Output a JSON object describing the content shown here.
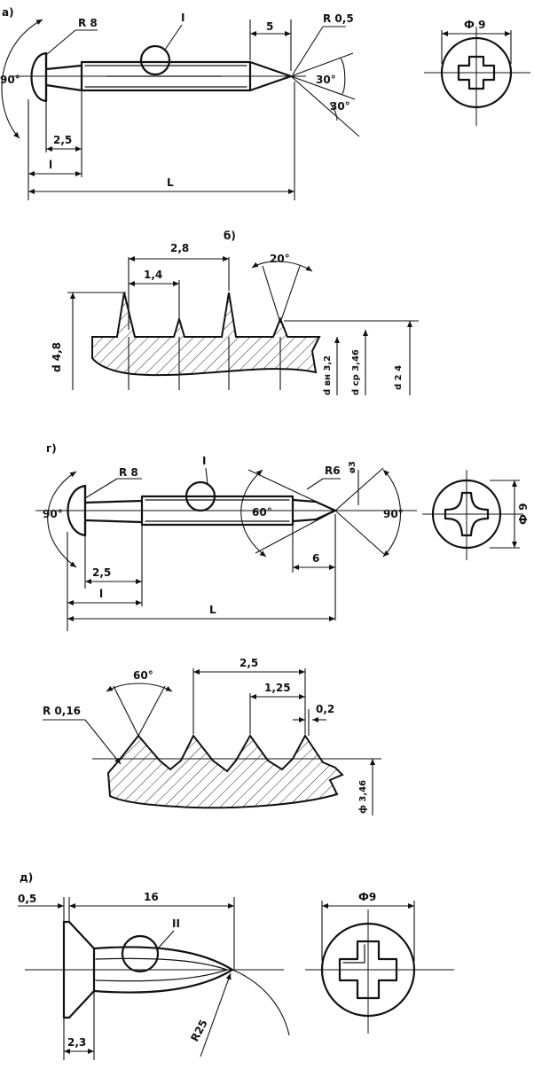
{
  "fig_a": {
    "label": "a)",
    "r_head": "R 8",
    "angle_head": "90°",
    "callout": "I",
    "dim_tip": "5",
    "r_tip": "R 0,5",
    "angle_30a": "30°",
    "angle_30b": "30°",
    "dim_25": "2,5",
    "dim_l": "l",
    "dim_L": "L",
    "phi": "Ф 9"
  },
  "fig_b": {
    "label": "б)",
    "pitch": "2,8",
    "half_pitch": "1,4",
    "angle": "20°",
    "d_outer": "d 4,8",
    "d_inner": "d вн 3,2",
    "d_mid": "d ср 3,46",
    "d2": "d 2 4"
  },
  "fig_c": {
    "label": "г)",
    "r_head": "R 8",
    "callout": "I",
    "r6": "R6",
    "d3": "ø3",
    "angle_head": "90°",
    "angle_60": "60°",
    "angle_90": "90°",
    "dim_25": "2,5",
    "dim_6": "6",
    "dim_l": "l",
    "dim_L": "L",
    "phi": "Ф 9"
  },
  "fig_d": {
    "angle": "60°",
    "pitch": "2,5",
    "half_pitch": "1,25",
    "r": "R 0,16",
    "dim_02": "0,2",
    "phi": "ф 3,46"
  },
  "fig_e": {
    "label": "д)",
    "dim_05": "0,5",
    "dim_16": "16",
    "callout": "II",
    "phi": "Ф9",
    "dim_23": "2,3",
    "r25": "R25"
  }
}
